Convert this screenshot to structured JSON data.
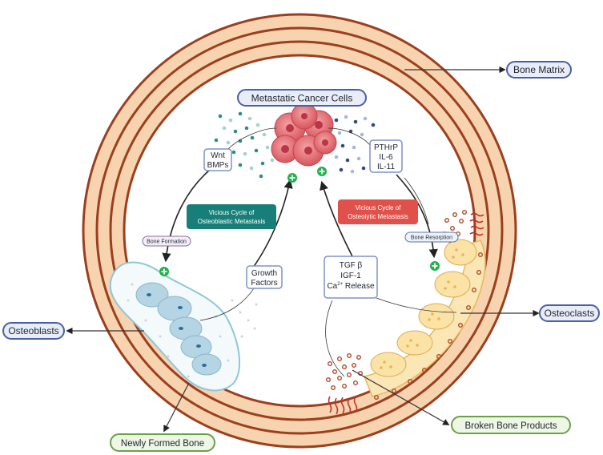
{
  "labels": {
    "bone_matrix": "Bone Matrix",
    "metastatic_cells": "Metastatic Cancer Cells",
    "osteoblasts": "Osteoblasts",
    "osteoclasts": "Osteoclasts",
    "newly_formed_bone": "Newly Formed Bone",
    "broken_bone_products": "Broken Bone Products",
    "bone_formation": "Bone Formation",
    "bone_resorption": "Bone Resorption"
  },
  "factors": {
    "wnt": [
      "Wnt",
      "BMPs"
    ],
    "pthrp": [
      "PTHrP",
      "IL-6",
      "IL-11"
    ],
    "growth": [
      "Growth",
      "Factors"
    ],
    "tgf": [
      "TGF β",
      "IGF-1"
    ],
    "ca_prefix": "Ca",
    "ca_sup": "2+",
    "ca_suffix": " Release"
  },
  "cycles": {
    "blastic": [
      "Vicious Cycle of",
      "Osteoblastic Metastasis"
    ],
    "lytic": [
      "Vicious Cycle of",
      "Osteolytic Metastasis"
    ]
  },
  "colors": {
    "ring_fill": "#f7d3b0",
    "ring_stroke": "#a0401e",
    "blue_box_stroke": "#4a5fa8",
    "blue_box_fill": "#e9edf8",
    "green_box_stroke": "#6aa04a",
    "green_box_fill": "#eef6e6",
    "teal": "#187f78",
    "red": "#e0514b",
    "plus_green": "#22b14c",
    "osteoblast": "#b5d4e4",
    "osteoclast": "#fbe7b5",
    "cancer": "#e8747a"
  },
  "icons": [
    "plus-circle-icon",
    "arrow-icon"
  ]
}
